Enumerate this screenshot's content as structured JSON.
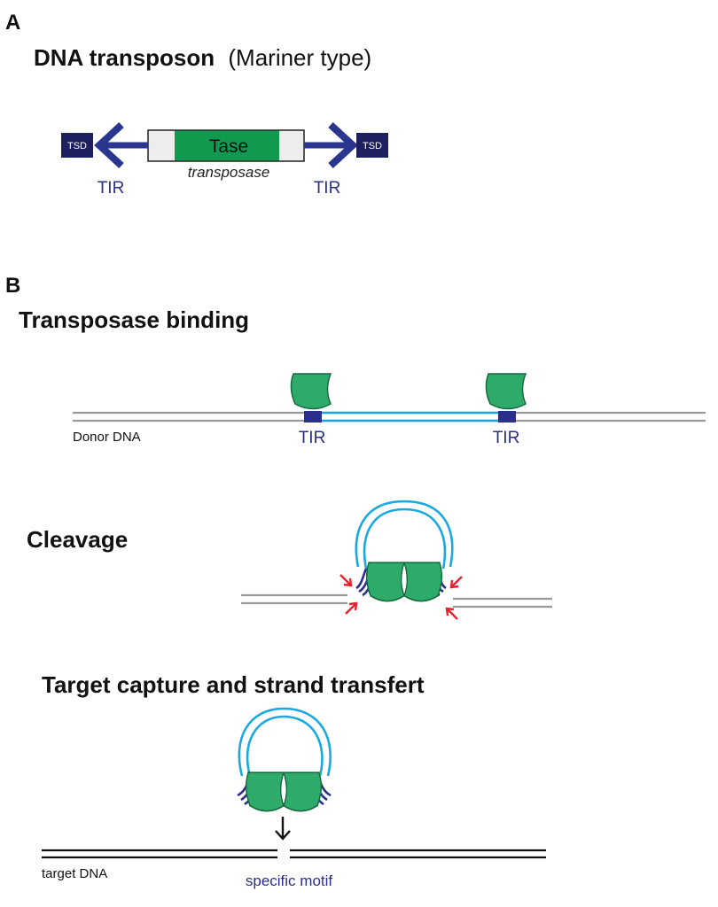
{
  "panel_a": {
    "letter": "A",
    "title_bold": "DNA transposon",
    "title_light": "(Mariner type)",
    "tsd_left": "TSD",
    "tsd_right": "TSD",
    "tase": "Tase",
    "transposase": "transposase",
    "tir_left": "TIR",
    "tir_right": "TIR"
  },
  "panel_b": {
    "letter": "B",
    "binding": {
      "title": "Transposase binding",
      "donor_label": "Donor DNA",
      "tir_left": "TIR",
      "tir_right": "TIR"
    },
    "cleavage": {
      "title": "Cleavage"
    },
    "target": {
      "title": "Target capture and strand transfert",
      "target_label": "target DNA",
      "motif_label": "specific motif"
    }
  },
  "colors": {
    "transposase_green": "#2eaa6a",
    "transposase_outline": "#176b3e",
    "tase_green": "#119a4f",
    "tir_navy": "#2a2f8a",
    "tsd_navy": "#1d1f5e",
    "transposon_cyan": "#19a8e0",
    "donor_gray": "#9a9a9a",
    "cleavage_red": "#e3232d",
    "target_black": "#111111"
  }
}
